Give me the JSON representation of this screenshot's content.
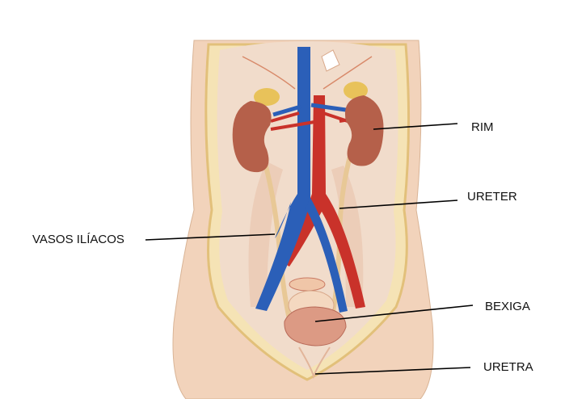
{
  "labels": {
    "kidney": "RIM",
    "ureter": "URETER",
    "iliac_vessels": "VASOS ILÍACOS",
    "bladder": "BEXIGA",
    "urethra": "URETRA"
  },
  "colors": {
    "skin": "#f2d3bb",
    "cavity": "#f1dccb",
    "kidney": "#b5604a",
    "vein": "#2b5fb8",
    "artery": "#c9322a",
    "ureter": "#e8c896",
    "bladder": "#dc9a84",
    "adrenal": "#e8c25a"
  }
}
